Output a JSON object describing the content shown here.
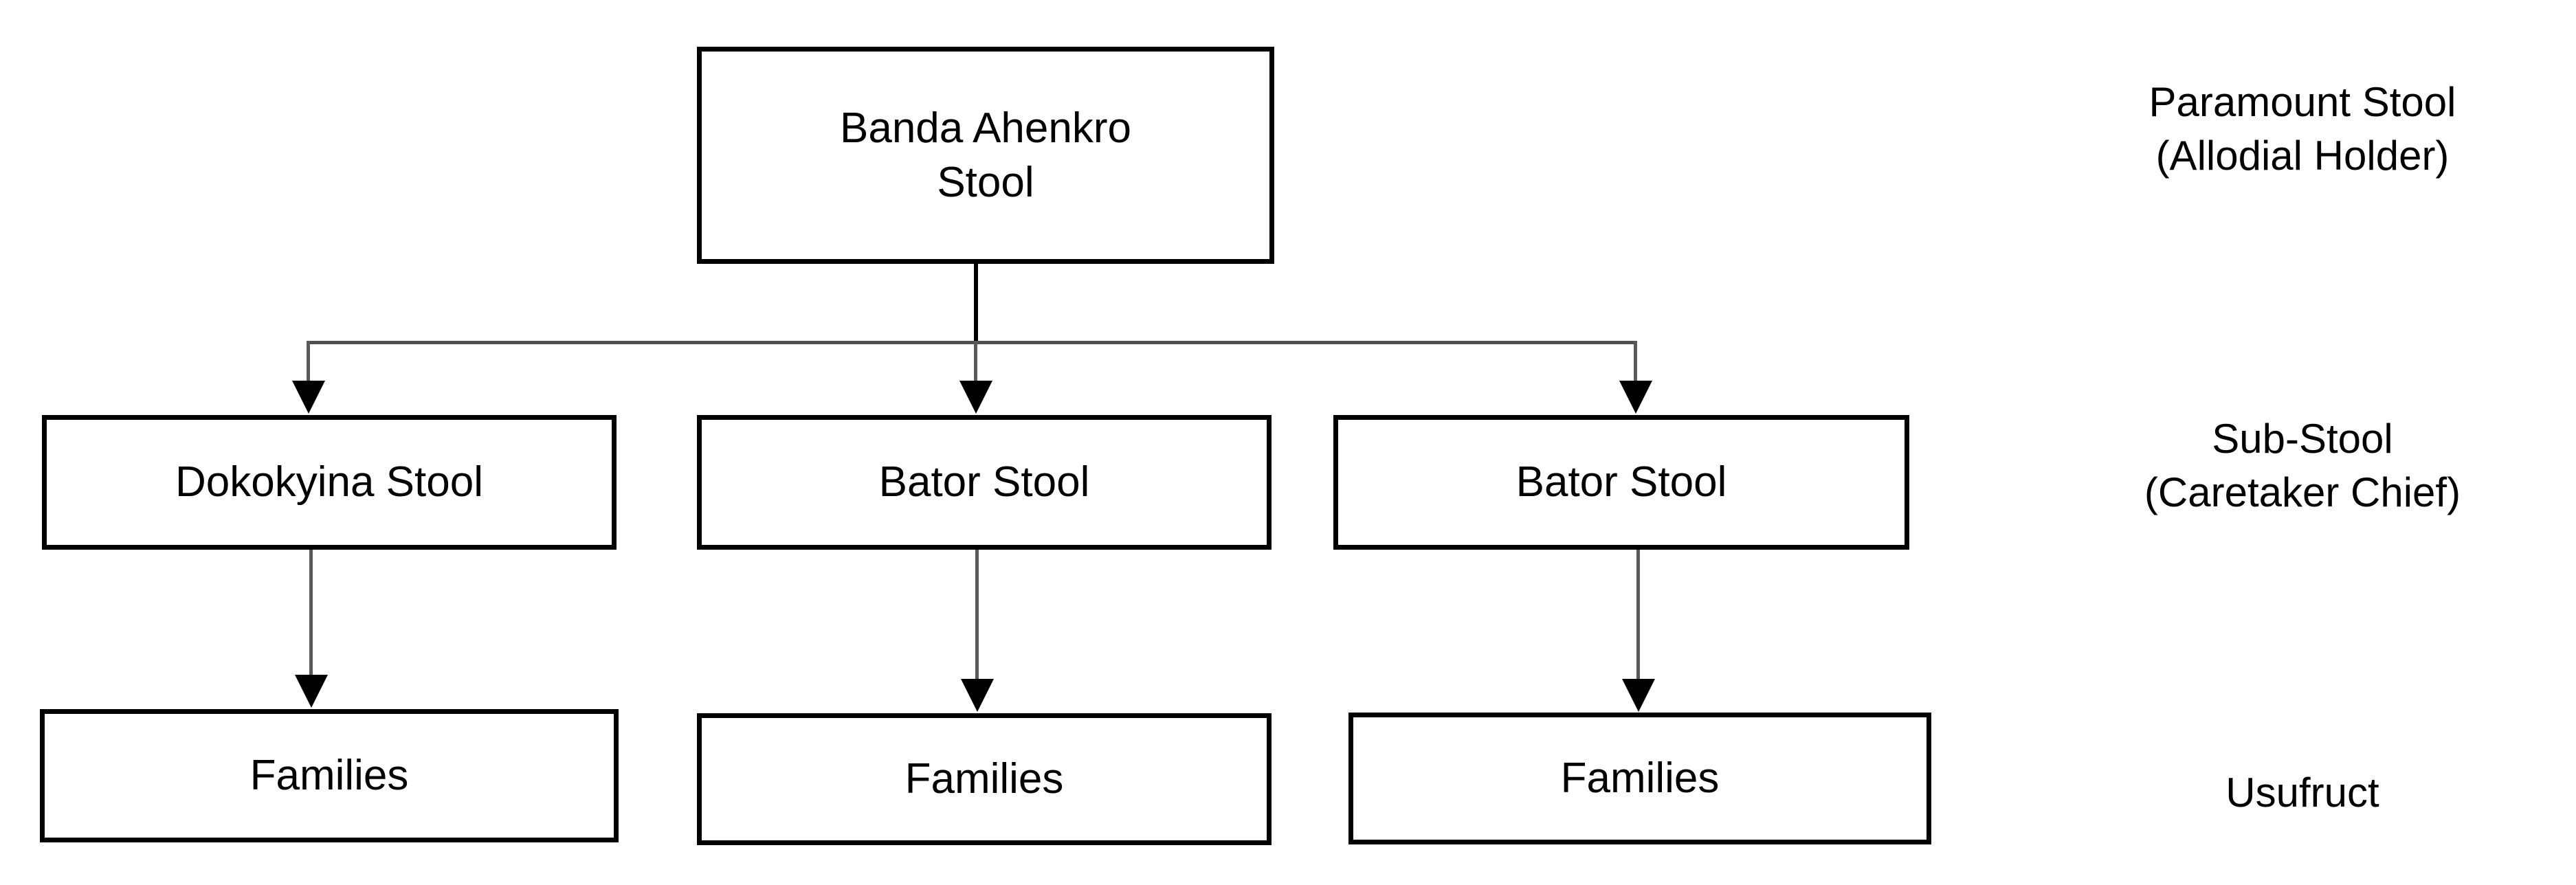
{
  "diagram": {
    "title_present": false,
    "background": "#ffffff",
    "line_color": "#000000",
    "box_border_color": "#000000",
    "box_fill": "#ffffff",
    "connector_light_color": "#5a5a5a",
    "tiers": [
      {
        "key": "paramount",
        "label": "Paramount Stool\n(Allodial Holder)",
        "nodes": [
          {
            "key": "banda-ahenkro-stool",
            "label": "Banda Ahenkro\nStool"
          }
        ]
      },
      {
        "key": "sub-stool",
        "label": "Sub-Stool\n(Caretaker Chief)",
        "nodes": [
          {
            "key": "dokokyina-stool",
            "label": "Dokokyina Stool"
          },
          {
            "key": "bator-stool-1",
            "label": "Bator Stool"
          },
          {
            "key": "bator-stool-2",
            "label": "Bator Stool"
          }
        ]
      },
      {
        "key": "usufruct",
        "label": "Usufruct",
        "nodes": [
          {
            "key": "families-1",
            "label": "Families"
          },
          {
            "key": "families-2",
            "label": "Families"
          },
          {
            "key": "families-3",
            "label": "Families"
          }
        ]
      }
    ]
  }
}
